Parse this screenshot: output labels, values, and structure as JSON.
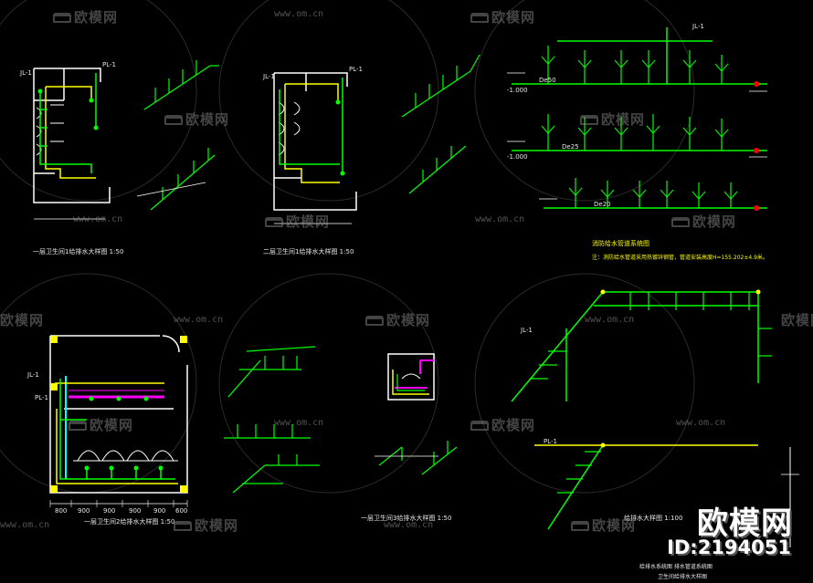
{
  "drawing": {
    "titles": {
      "plan1": "一层卫生间1给排水大样图 1:50",
      "plan2": "二层卫生间1给排水大样图 1:50",
      "plan3": "一层卫生间2给排水大样图 1:50",
      "plan4": "一层卫生间3给排水大样图 1:50",
      "fire_system": "消防给水管道系统图",
      "fire_note": "注：消防给水管道采用热镀锌钢管，管道安装高度H=155.202±4.9米。",
      "drain_detail": "给排水大样图 1:100",
      "drain_note1": "给排水系统图 排水管道系统图",
      "drain_note2": "卫生间给排水大样图"
    },
    "tags": {
      "jl": "JL-1",
      "pl": "PL-1",
      "dn50": "De50",
      "dn25": "De25",
      "dn20": "De20",
      "elev": "-1.000"
    },
    "dims": [
      "800",
      "900",
      "900",
      "900",
      "900",
      "600"
    ]
  },
  "watermark": {
    "url": "www.om.cn",
    "logo": "欧模网",
    "brand": "欧模网",
    "id": "ID:2194051"
  },
  "colors": {
    "pipe_green": "#00ff00",
    "pipe_yellow": "#ffff00",
    "wall_white": "#ffffff",
    "magenta": "#ff00ff",
    "cyan": "#00ffff",
    "background": "#000000"
  }
}
